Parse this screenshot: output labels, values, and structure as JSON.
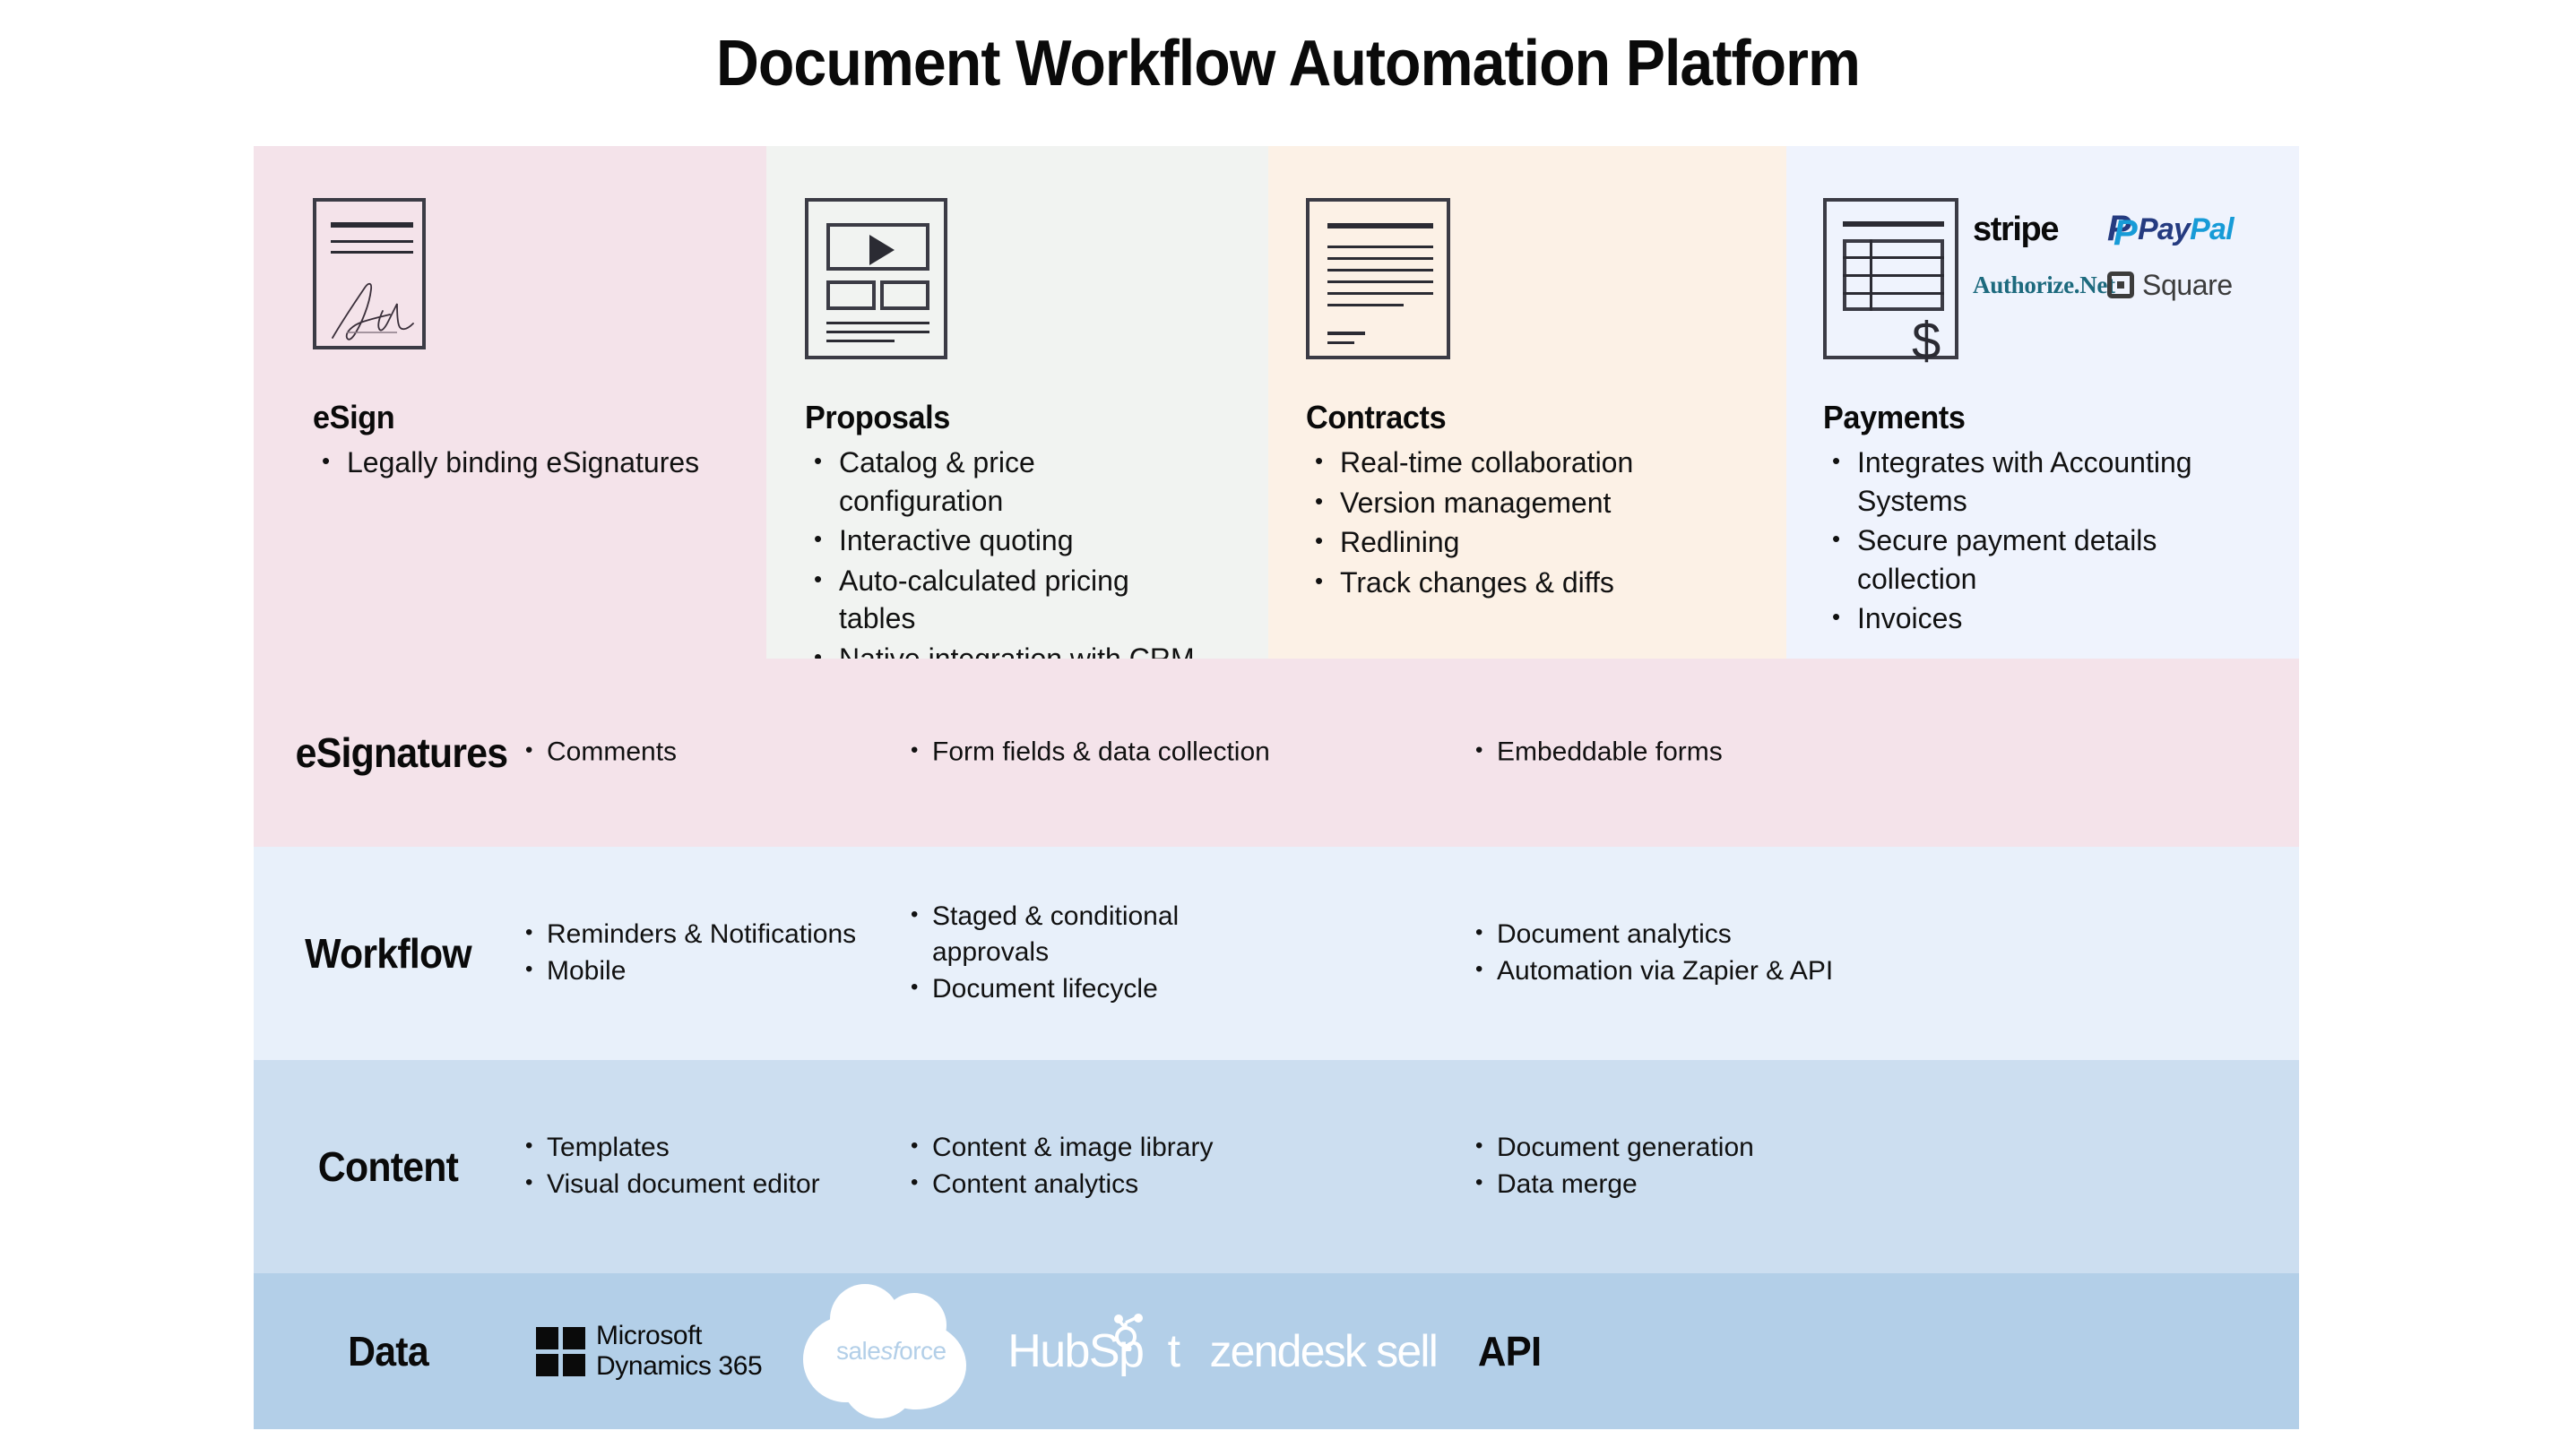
{
  "title": "Document Workflow Automation Platform",
  "product_columns": [
    {
      "id": "esign",
      "title": "eSign",
      "icon": "signed-document-icon",
      "bullets": [
        "Legally binding eSignatures"
      ]
    },
    {
      "id": "proposals",
      "title": "Proposals",
      "icon": "proposal-document-icon",
      "bullets": [
        "Catalog & price configuration",
        "Interactive quoting",
        "Auto-calculated pricing tables",
        "Native integration with CRM"
      ]
    },
    {
      "id": "contracts",
      "title": "Contracts",
      "icon": "contract-document-icon",
      "bullets": [
        "Real-time collaboration",
        "Version management",
        "Redlining",
        "Track changes & diffs"
      ]
    },
    {
      "id": "payments",
      "title": "Payments",
      "icon": "invoice-document-icon",
      "bullets": [
        "Integrates with Accounting Systems",
        "Secure payment details collection",
        "Invoices"
      ],
      "provider_logos": [
        {
          "name": "stripe",
          "label": "stripe"
        },
        {
          "name": "paypal",
          "label_a": "Pay",
          "label_b": "Pal"
        },
        {
          "name": "authorize-net",
          "label": "Authorize.Net"
        },
        {
          "name": "square",
          "label": "Square"
        }
      ]
    }
  ],
  "layers": [
    {
      "id": "esignatures",
      "label": "eSignatures",
      "columns": [
        [
          "Comments"
        ],
        [
          "Form fields & data collection"
        ],
        [
          "Embeddable forms"
        ]
      ]
    },
    {
      "id": "workflow",
      "label": "Workflow",
      "columns": [
        [
          "Reminders & Notifications",
          "Mobile"
        ],
        [
          "Staged & conditional approvals",
          "Document lifecycle"
        ],
        [
          "Document analytics",
          "Automation via Zapier & API"
        ]
      ]
    },
    {
      "id": "content",
      "label": "Content",
      "columns": [
        [
          "Templates",
          "Visual document editor"
        ],
        [
          "Content & image library",
          "Content analytics"
        ],
        [
          "Document generation",
          "Data merge"
        ]
      ]
    },
    {
      "id": "data",
      "label": "Data",
      "logos": [
        {
          "name": "microsoft-dynamics-365",
          "line1": "Microsoft",
          "line2": "Dynamics 365"
        },
        {
          "name": "salesforce",
          "label": "salesforce"
        },
        {
          "name": "hubspot",
          "label": "HubSp",
          "label_tail": "t"
        },
        {
          "name": "zendesk-sell",
          "label": "zendesk sell"
        },
        {
          "name": "api",
          "label": "API"
        }
      ]
    }
  ],
  "colors": {
    "pink": "#f4e3ea",
    "gray": "#f1f3f1",
    "cream": "#fcf1e6",
    "pale_blue": "#eff3fd",
    "workflow_blue": "#e8f0fa",
    "content_blue": "#ccdef0",
    "data_blue": "#b3cfe8",
    "ink": "#0a0a0a",
    "stripe": "#0a0a0a",
    "paypal_dark": "#253b80",
    "paypal_light": "#179bd7",
    "authorize_net": "#1d6a7e",
    "square": "#3c3c3c"
  }
}
